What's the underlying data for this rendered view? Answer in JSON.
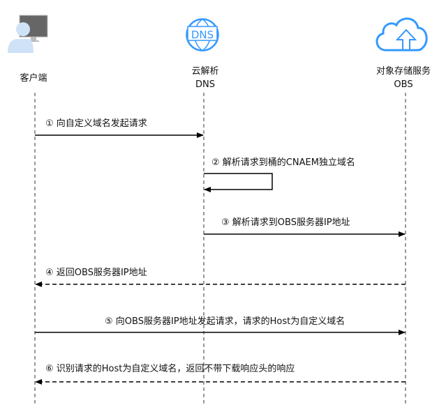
{
  "actors": [
    {
      "name": "客户端",
      "sub": "",
      "icon": "user-computer-icon"
    },
    {
      "name": "云解析",
      "sub": "DNS",
      "icon": "dns-globe-icon",
      "icon_text": "DNS"
    },
    {
      "name": "对象存储服务",
      "sub": "OBS",
      "icon": "cloud-upload-icon"
    }
  ],
  "colors": {
    "accent": "#3399ff",
    "user": "#cfe2f7",
    "monitor": "#666666"
  },
  "messages": [
    {
      "label": "① 向自定义域名发起请求",
      "from": "客户端",
      "to": "云解析 DNS",
      "style": "solid"
    },
    {
      "label": "② 解析请求到桶的CNAEM独立域名",
      "from": "云解析 DNS",
      "to": "云解析 DNS",
      "style": "solid"
    },
    {
      "label": "③ 解析请求到OBS服务器IP地址",
      "from": "云解析 DNS",
      "to": "对象存储服务 OBS",
      "style": "solid"
    },
    {
      "label": "④ 返回OBS服务器IP地址",
      "from": "对象存储服务 OBS",
      "to": "客户端",
      "style": "dashed"
    },
    {
      "label": "⑤ 向OBS服务器IP地址发起请求，请求的Host为自定义域名",
      "from": "客户端",
      "to": "对象存储服务 OBS",
      "style": "solid"
    },
    {
      "label": "⑥ 识别请求的Host为自定义域名，返回不带下载响应头的响应",
      "from": "对象存储服务 OBS",
      "to": "客户端",
      "style": "dashed"
    }
  ]
}
